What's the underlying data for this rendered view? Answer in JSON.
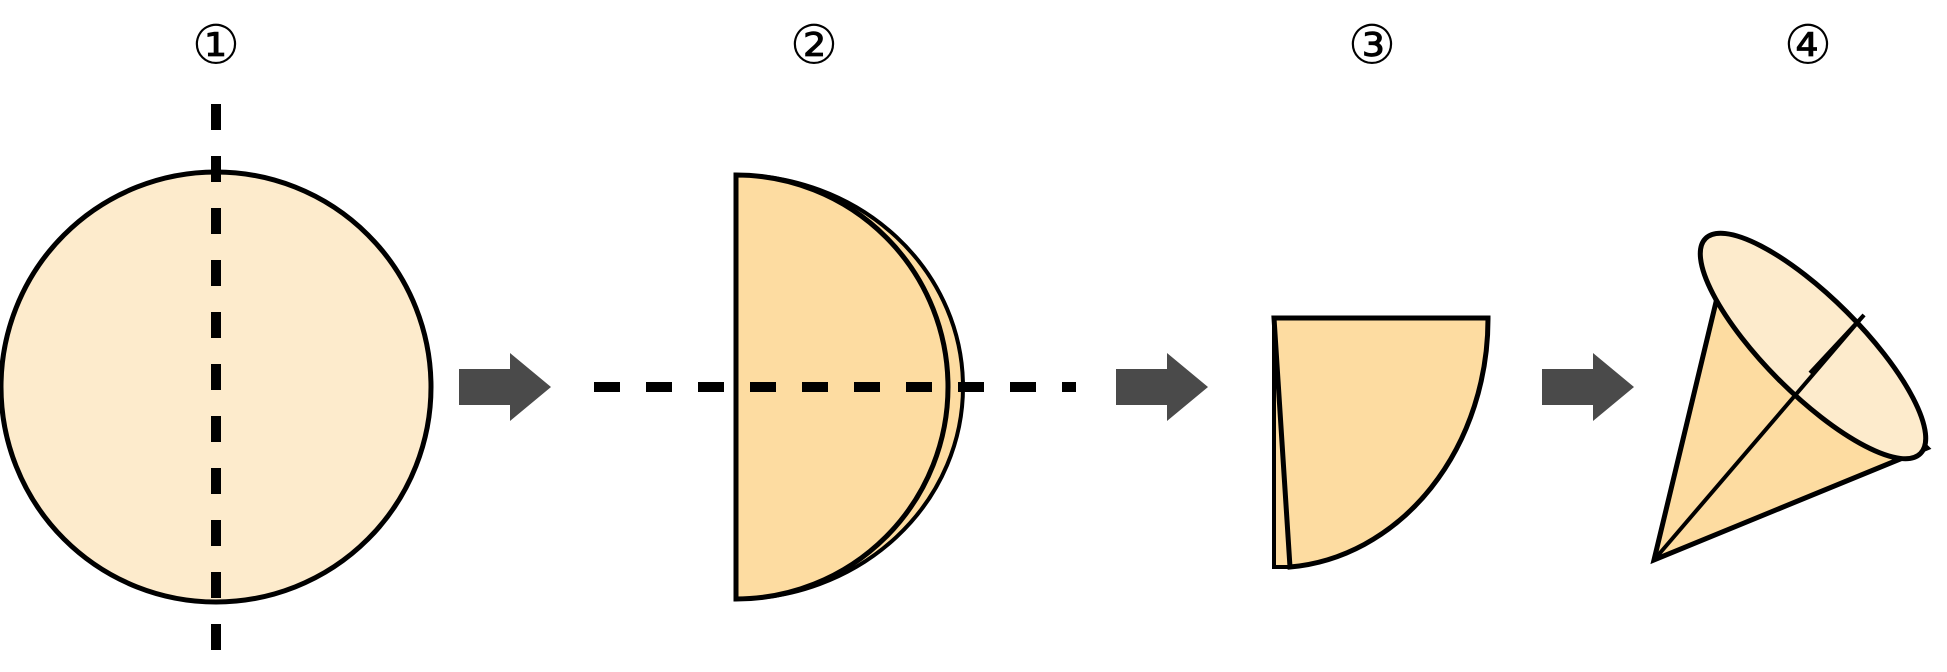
{
  "colors": {
    "background": "#ffffff",
    "fill_light": "#fdebcc",
    "fill_medium": "#fddca1",
    "stroke": "#000000",
    "arrow": "#4a4a4a"
  },
  "steps": [
    {
      "label": "①",
      "shape": "full-circle-with-vertical-fold-line"
    },
    {
      "label": "②",
      "shape": "half-circle-with-horizontal-fold-line"
    },
    {
      "label": "③",
      "shape": "quarter-circle"
    },
    {
      "label": "④",
      "shape": "cone"
    }
  ],
  "arrows": [
    {
      "icon": "right-arrow-icon"
    },
    {
      "icon": "right-arrow-icon"
    },
    {
      "icon": "right-arrow-icon"
    }
  ]
}
